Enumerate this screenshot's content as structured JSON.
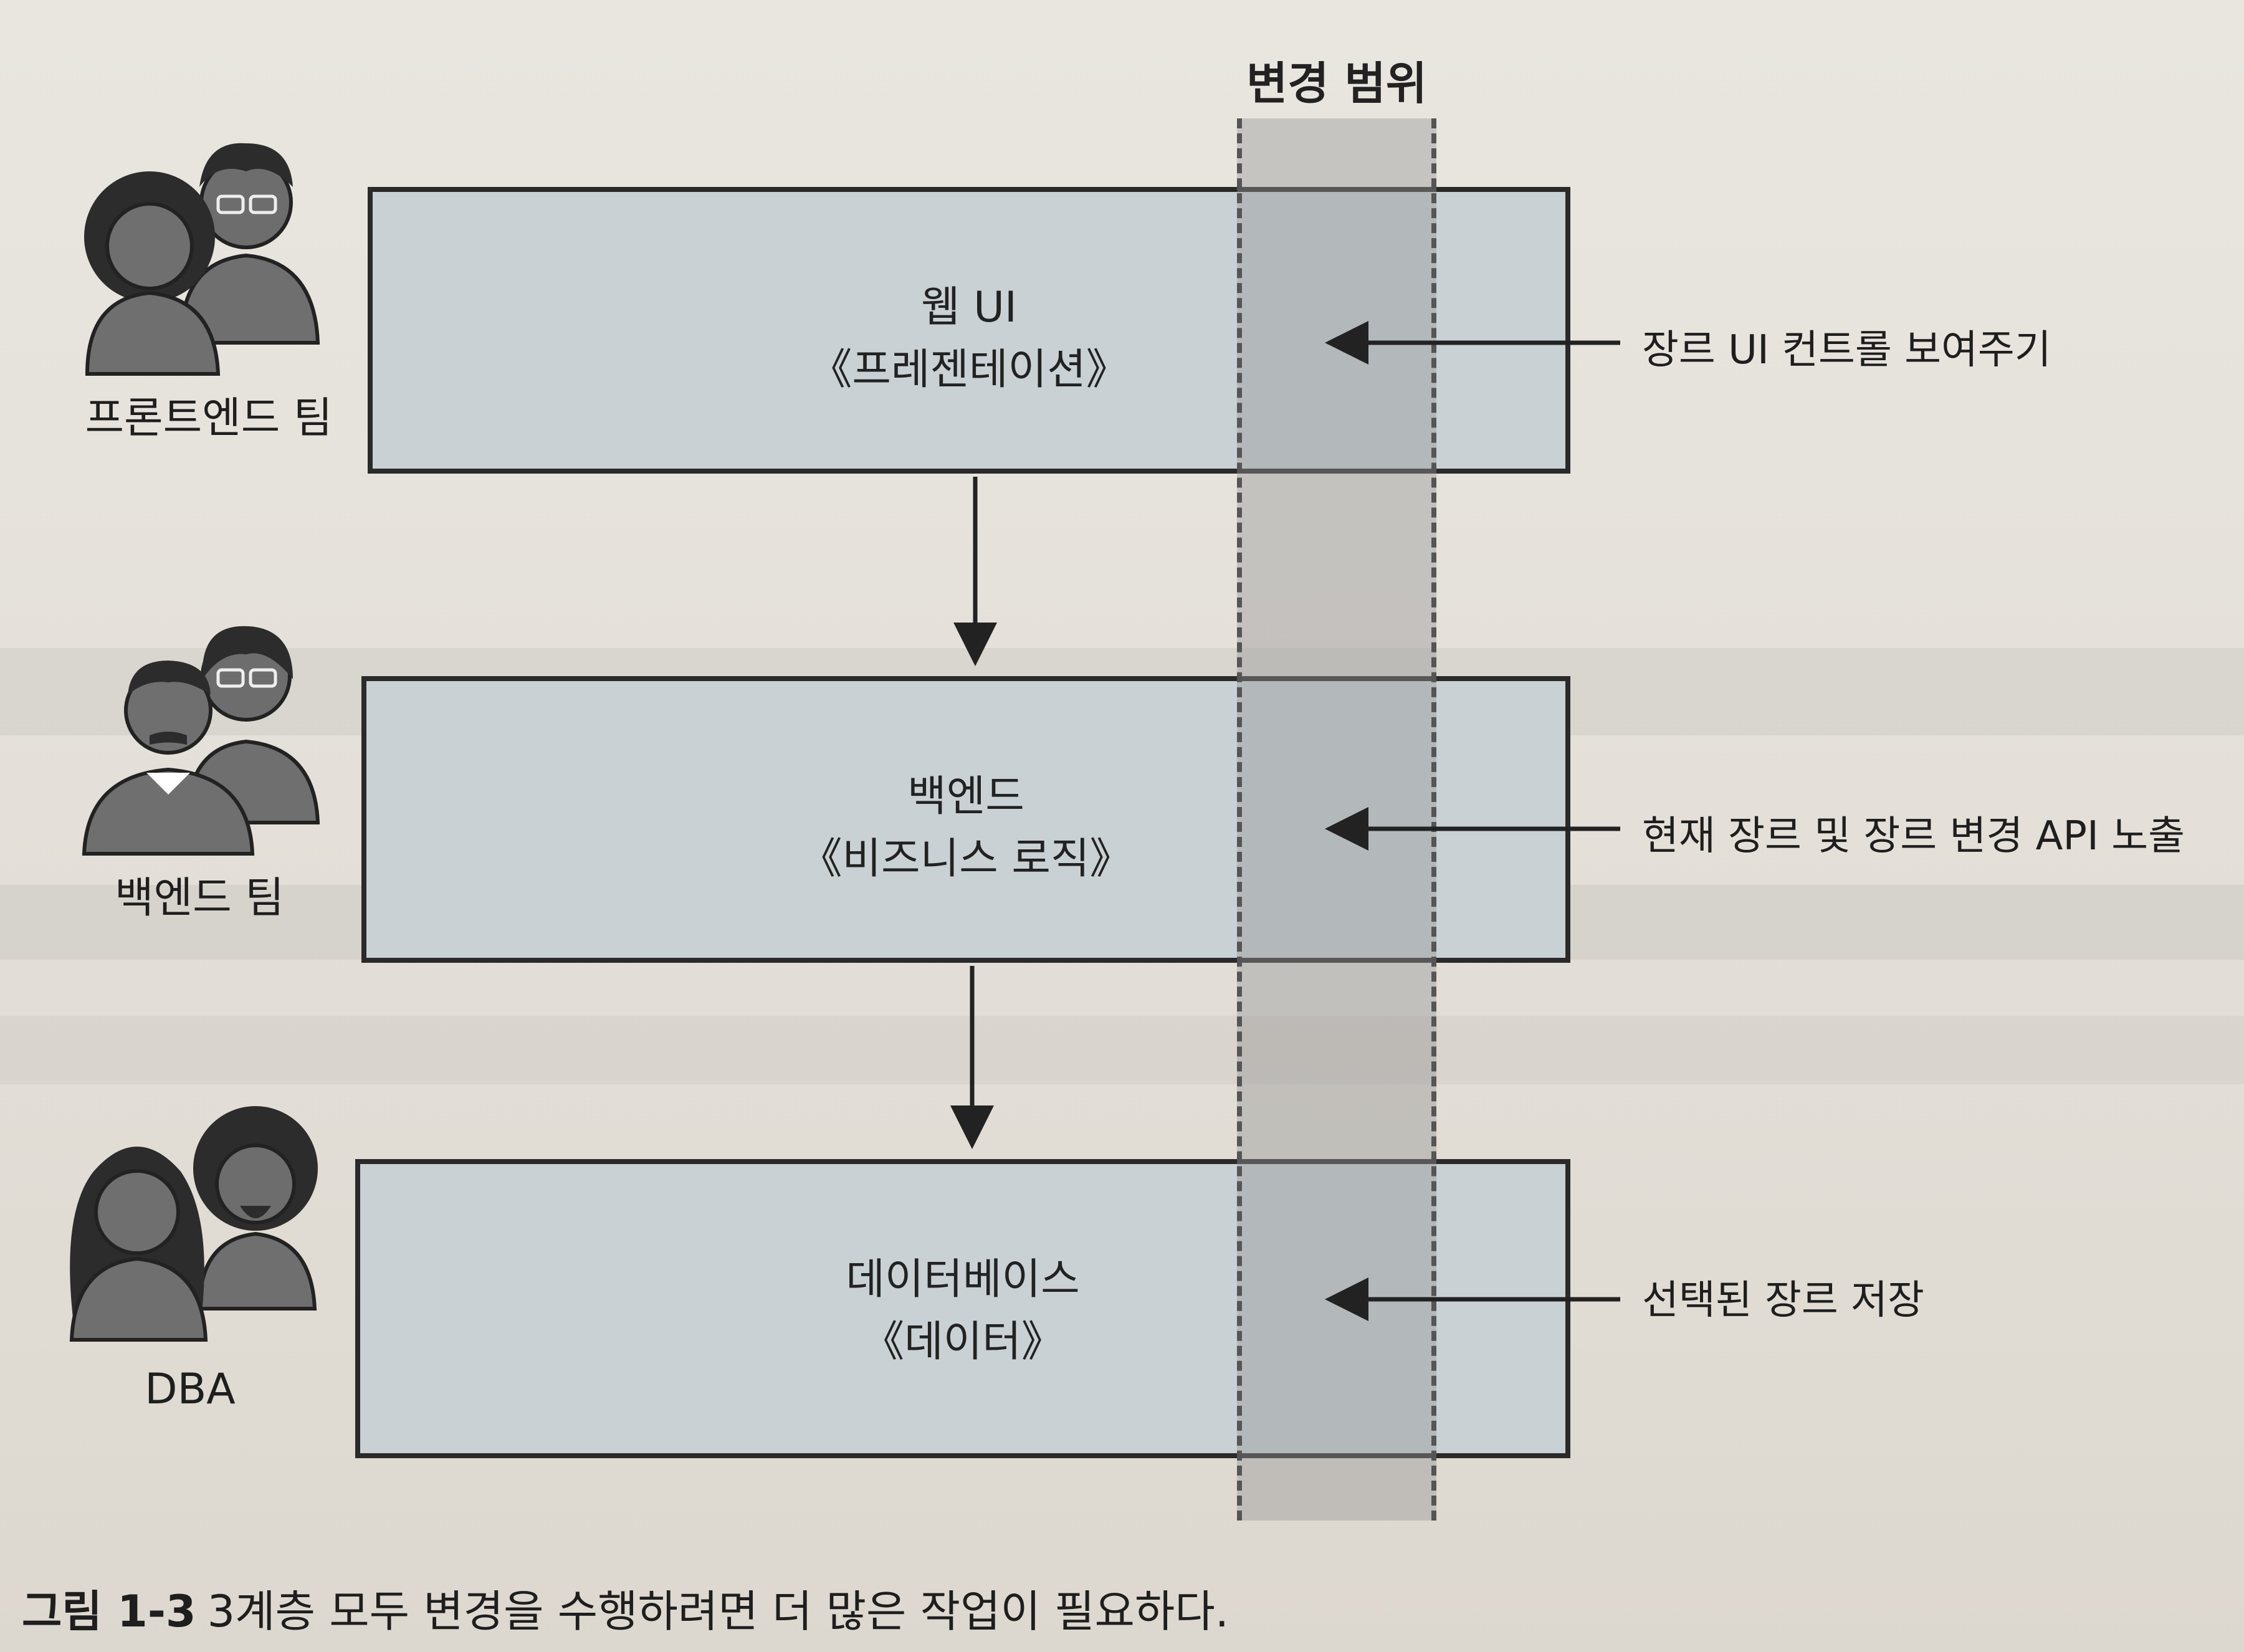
{
  "scope": {
    "label": "변경 범위"
  },
  "layers": [
    {
      "title": "웹 UI",
      "stereotype": "《프레젠테이션》"
    },
    {
      "title": "백엔드",
      "stereotype": "《비즈니스 로직》"
    },
    {
      "title": "데이터베이스",
      "stereotype": "《데이터》"
    }
  ],
  "annotations": [
    "장르 UI 컨트롤 보여주기",
    "현재 장르 및 장르 변경 API 노출",
    "선택된 장르 저장"
  ],
  "teams": [
    "프론트엔드 팀",
    "백엔드 팀",
    "DBA"
  ],
  "caption": {
    "figure_number": "그림 1-3",
    "text": "3계층 모두 변경을 수행하려면 더 많은 작업이 필요하다."
  },
  "colors": {
    "box_fill": "#c9d1d4",
    "scope_fill": "#969696",
    "figure_gray": "#6f6f6f",
    "figure_dark": "#2c2c2c"
  },
  "icons": [
    "people-pair-icon",
    "people-pair-icon",
    "people-pair-icon"
  ]
}
